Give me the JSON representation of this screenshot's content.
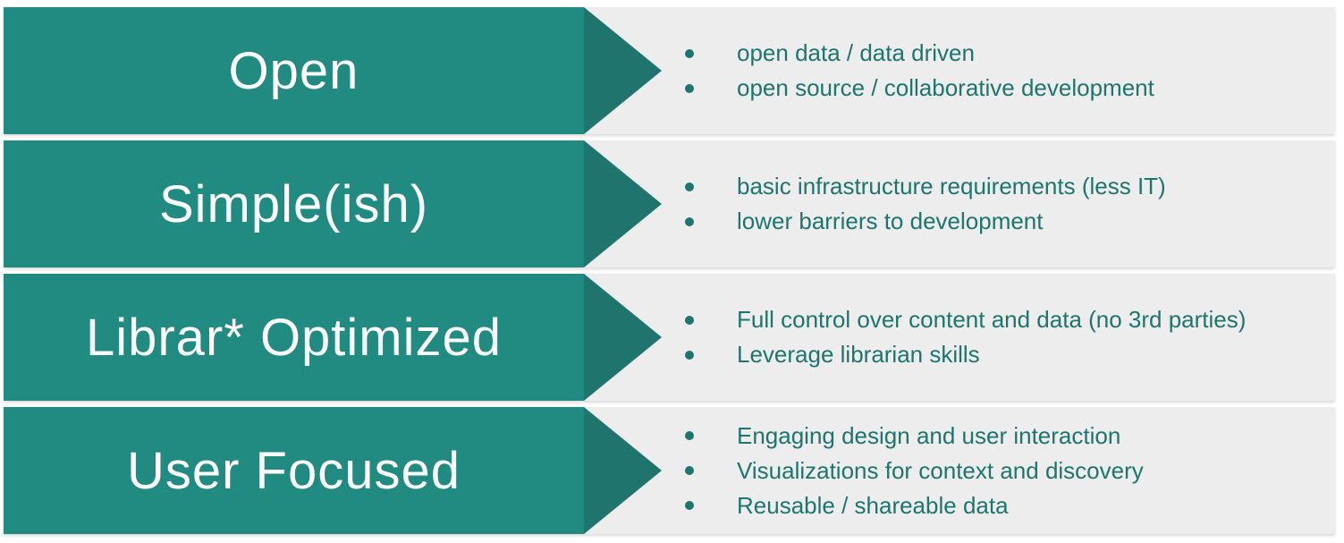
{
  "colors": {
    "page_bg": "#ffffff",
    "band_bg": "#ededed",
    "arrow_body": "#218b82",
    "arrow_tip": "#1f756d",
    "bullet_text": "#1d756d",
    "label_text": "#ffffff"
  },
  "rows": [
    {
      "label": "Open",
      "bullets": [
        "open data / data driven",
        "open source / collaborative development"
      ]
    },
    {
      "label": "Simple(ish)",
      "bullets": [
        "basic infrastructure requirements (less IT)",
        "lower barriers to development"
      ]
    },
    {
      "label": "Librar* Optimized",
      "bullets": [
        "Full control over content and data (no 3rd parties)",
        "Leverage librarian skills"
      ]
    },
    {
      "label": "User Focused",
      "bullets": [
        "Engaging design and user interaction",
        "Visualizations for context and discovery",
        "Reusable / shareable data"
      ]
    }
  ]
}
